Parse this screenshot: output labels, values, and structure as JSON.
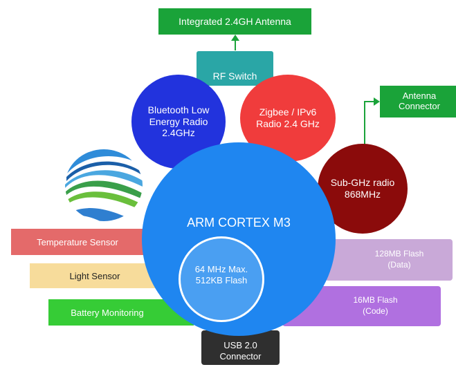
{
  "diagram": {
    "antenna_top": "Integrated 2.4GH Antenna",
    "rf_switch": "RF Switch",
    "antenna_connector": "Antenna\nConnector",
    "bluetooth": "Bluetooth Low\nEnergy Radio\n2.4GHz",
    "zigbee": "Zigbee / IPv6\nRadio 2.4 GHz",
    "subghz": "Sub-GHz radio\n868MHz",
    "cpu": "ARM CORTEX M3",
    "cpu_inner": "64 MHz Max.\n512KB Flash",
    "temperature": "Temperature Sensor",
    "light": "Light Sensor",
    "battery": "Battery Monitoring",
    "flash_data": "128MB Flash\n(Data)",
    "flash_code": "16MB Flash\n(Code)",
    "usb": "USB 2.0\nConnector"
  },
  "colors": {
    "green": "#1aa339",
    "teal": "#2aa6a6",
    "blue": "#2233dd",
    "red": "#f03c3c",
    "darkred": "#8b0b0b",
    "cortex": "#1f86f0",
    "inner": "#4a9ff2",
    "salmon": "#e46a6a",
    "beige": "#f7dc9b",
    "lime": "#36cc36",
    "lilac": "#c9a9d8",
    "purple": "#b070e0",
    "dark": "#2f2f2f"
  }
}
